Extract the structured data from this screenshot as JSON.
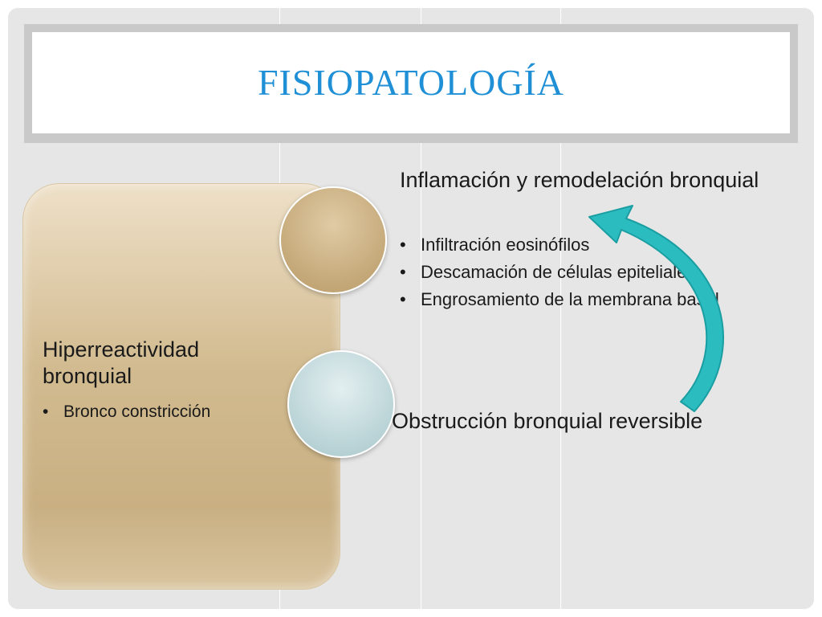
{
  "title": "FISIOPATOLOGÍA",
  "left_panel": {
    "heading": "Hiperreactividad bronquial",
    "bullets": [
      "Bronco constricción"
    ]
  },
  "right_top": {
    "heading": "Inflamación y remodelación bronquial",
    "bullets": [
      "Infiltración eosinófilos",
      "Descamación de células epiteliales",
      "Engrosamiento de la membrana basal"
    ]
  },
  "right_bottom": {
    "heading": "Obstrucción bronquial reversible"
  },
  "colors": {
    "title": "#1f8fd6",
    "left_box": "#d2bb90",
    "circle_top": "#c4a878",
    "circle_bottom": "#b9d3d6",
    "arrow": "#2bbcc0"
  }
}
